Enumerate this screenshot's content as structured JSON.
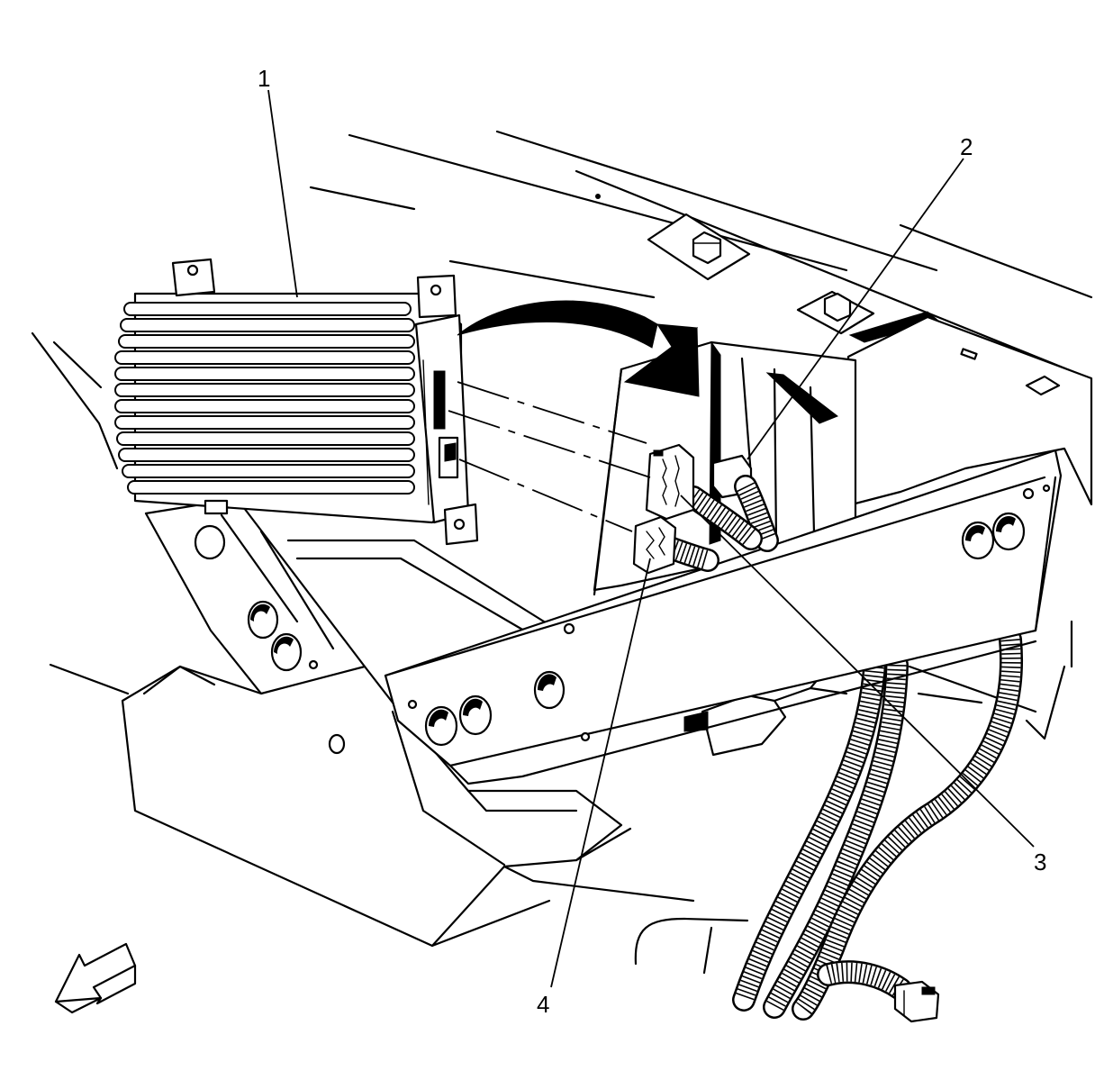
{
  "callouts": [
    {
      "id": "1",
      "label": "1"
    },
    {
      "id": "2",
      "label": "2"
    },
    {
      "id": "3",
      "label": "3"
    },
    {
      "id": "4",
      "label": "4"
    }
  ],
  "icons": {
    "direction_arrow": "front-direction-arrow-icon",
    "rotation_arrow": "curved-install-arrow-icon"
  },
  "colors": {
    "ink": "#000000",
    "paper": "#ffffff"
  }
}
